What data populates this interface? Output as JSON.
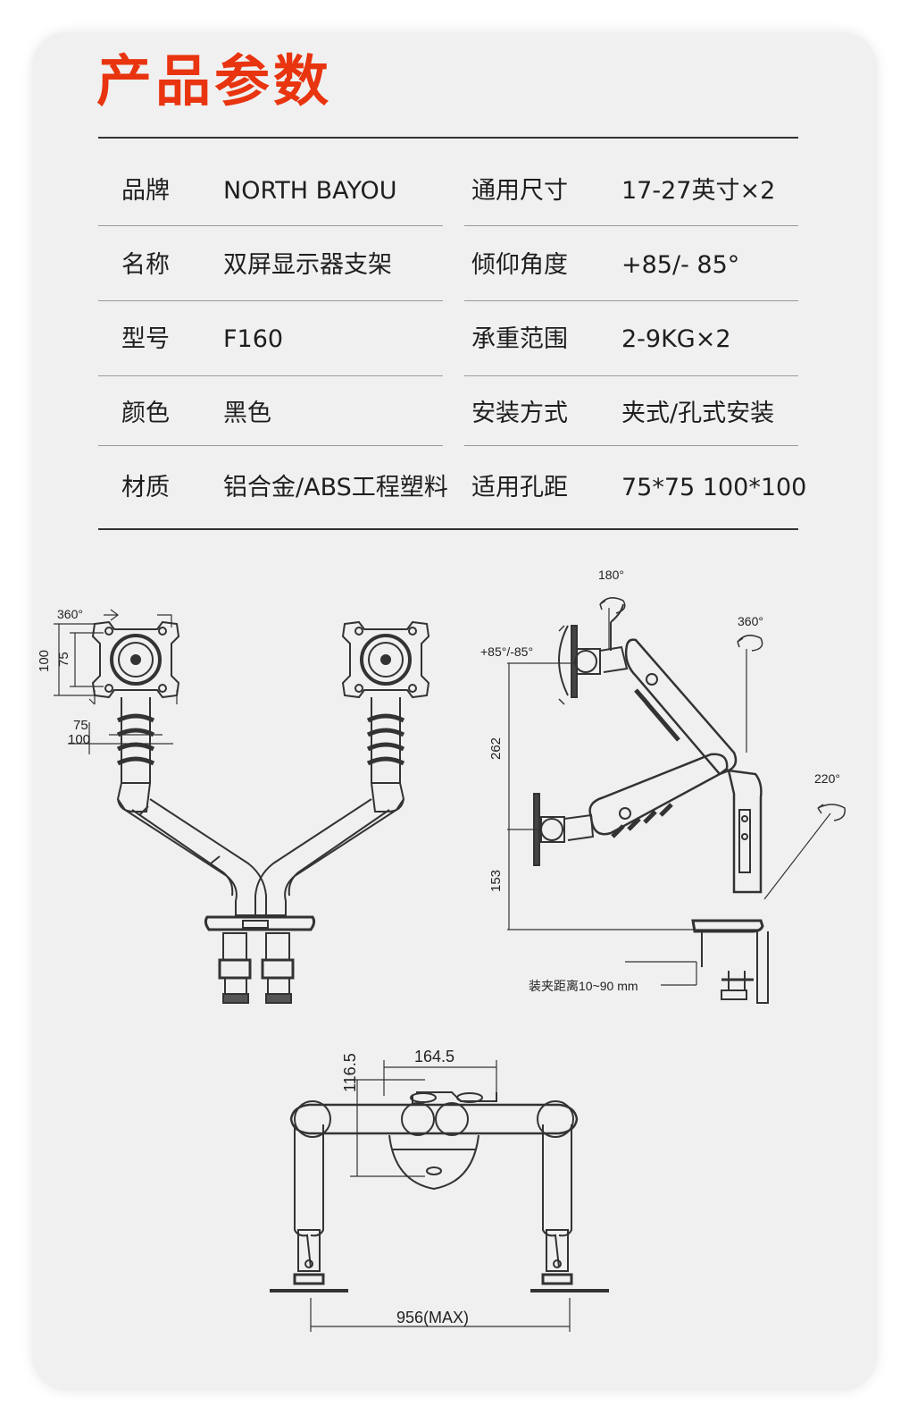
{
  "title": "产品参数",
  "specs": [
    {
      "label": "品牌",
      "value": "NORTH BAYOU",
      "label2": "通用尺寸",
      "value2": "17-27英寸×2"
    },
    {
      "label": "名称",
      "value": "双屏显示器支架",
      "label2": "倾仰角度",
      "value2": "+85/- 85°"
    },
    {
      "label": "型号",
      "value": "F160",
      "label2": "承重范围",
      "value2": "2-9KG×2"
    },
    {
      "label": "颜色",
      "value": "黑色",
      "label2": "安装方式",
      "value2": "夹式/孔式安装"
    },
    {
      "label": "材质",
      "value": "铝合金/ABS工程塑料",
      "label2": "适用孔距",
      "value2": "75*75 100*100"
    }
  ],
  "diagram_front": {
    "rotate": "360°",
    "dim_100": "100",
    "dim_75": "75",
    "dim_75h": "75",
    "dim_100h": "100"
  },
  "diagram_side": {
    "rotate_top": "180°",
    "rotate_arm": "360°",
    "tilt": "+85°/-85°",
    "height_upper": "262",
    "height_lower": "153",
    "swivel": "220°",
    "clamp": "装夹距离10~90 mm"
  },
  "diagram_top": {
    "depth": "116.5",
    "center_width": "164.5",
    "max_width": "956(MAX)"
  }
}
